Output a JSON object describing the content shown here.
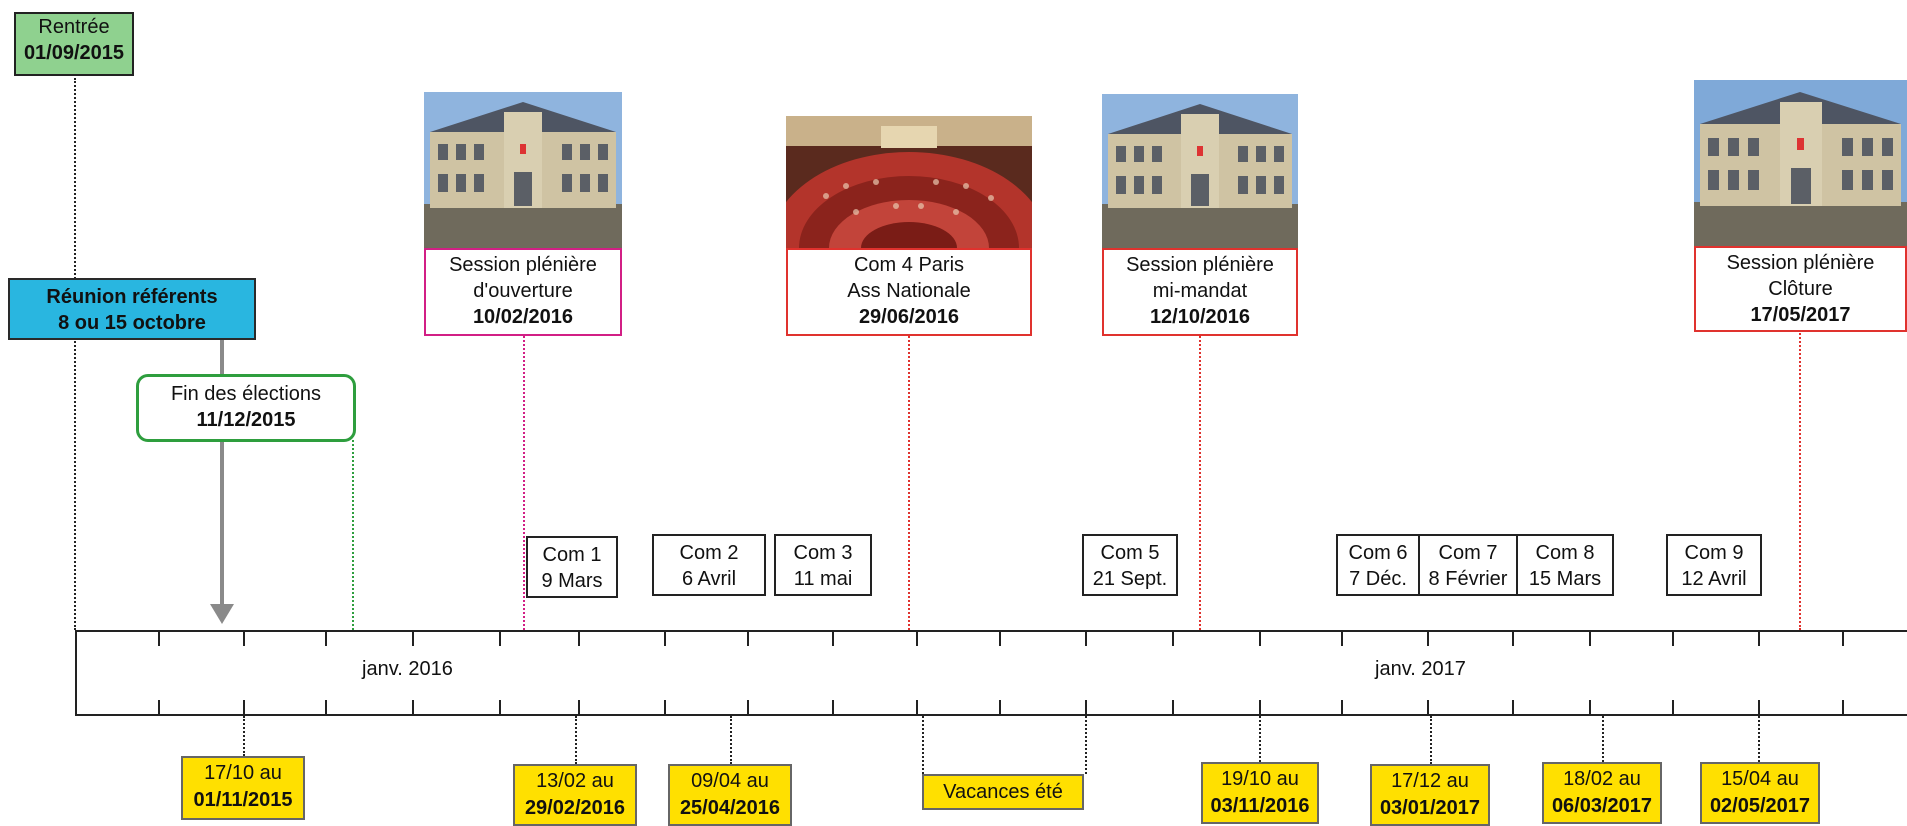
{
  "rentree": {
    "label": "Rentrée",
    "date": "01/09/2015"
  },
  "reunion": {
    "line1": "Réunion référents",
    "line2": "8 ou 15 octobre"
  },
  "fin_elections": {
    "label": "Fin des élections",
    "date": "11/12/2015"
  },
  "sessions": [
    {
      "line1": "Session plénière",
      "line2": "d'ouverture",
      "date": "10/02/2016",
      "image": "building-photo"
    },
    {
      "line1": "Com 4 Paris",
      "line2": "Ass Nationale",
      "date": "29/06/2016",
      "image": "assembly-hall-photo"
    },
    {
      "line1": "Session plénière",
      "line2": "mi-mandat",
      "date": "12/10/2016",
      "image": "building-photo"
    },
    {
      "line1": "Session plénière",
      "line2": "Clôture",
      "date": "17/05/2017",
      "image": "building-photo"
    }
  ],
  "commissions": [
    {
      "name": "Com 1",
      "date": "9 Mars"
    },
    {
      "name": "Com 2",
      "date": "6 Avril"
    },
    {
      "name": "Com 3",
      "date": "11 mai"
    },
    {
      "name": "Com 5",
      "date": "21 Sept."
    },
    {
      "name": "Com 6",
      "date": "7 Déc."
    },
    {
      "name": "Com 7",
      "date": "8 Février"
    },
    {
      "name": "Com 8",
      "date": "15 Mars"
    },
    {
      "name": "Com 9",
      "date": "12 Avril"
    }
  ],
  "axis": {
    "label_2016": "janv. 2016",
    "label_2017": "janv. 2017"
  },
  "vacances": [
    {
      "line1": "17/10 au",
      "line2": "01/11/2015"
    },
    {
      "line1": "13/02 au",
      "line2": "29/02/2016"
    },
    {
      "line1": "09/04 au",
      "line2": "25/04/2016"
    },
    {
      "line1": "Vacances été",
      "line2": ""
    },
    {
      "line1": "19/10 au",
      "line2": "03/11/2016"
    },
    {
      "line1": "17/12 au",
      "line2": "03/01/2017"
    },
    {
      "line1": "18/02 au",
      "line2": "06/03/2017"
    },
    {
      "line1": "15/04 au",
      "line2": "02/05/2017"
    }
  ],
  "colors": {
    "rentree": "#8fd18f",
    "reunion": "#29b6e0",
    "fin_elections_border": "#2e9e3e",
    "session_pink": "#d21f85",
    "session_red": "#e0322e",
    "vacances": "#ffe000"
  }
}
